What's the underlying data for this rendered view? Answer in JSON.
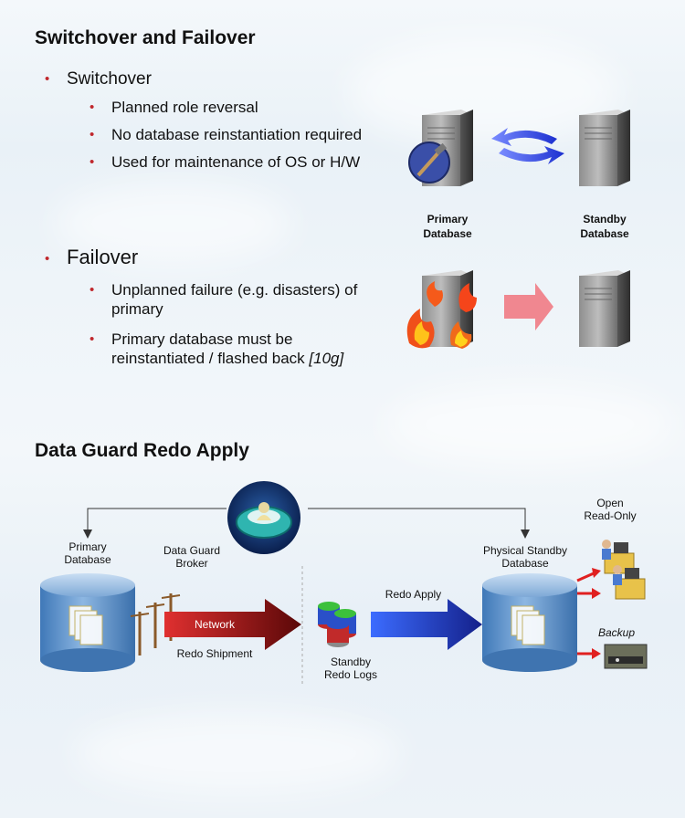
{
  "section1": {
    "title": "Switchover and Failover",
    "switchover": {
      "label": "Switchover",
      "items": [
        "Planned role reversal",
        "No database reinstantiation required",
        "Used for maintenance of OS or H/W"
      ]
    },
    "failover": {
      "label": "Failover",
      "item1_line1": "Unplanned failure (e.g. disasters) of",
      "item1_line2": "primary",
      "item2_line1": "Primary database must be",
      "item2_line2": "reinstantiated / flashed back ",
      "item2_tag": "[10g]"
    },
    "primary_label_1": "Primary",
    "primary_label_2": "Database",
    "standby_label_1": "Standby",
    "standby_label_2": "Database"
  },
  "section2": {
    "title": "Data Guard Redo Apply",
    "primary_db_1": "Primary",
    "primary_db_2": "Database",
    "broker_1": "Data Guard",
    "broker_2": "Broker",
    "network": "Network",
    "redo_shipment": "Redo Shipment",
    "standby_logs_1": "Standby",
    "standby_logs_2": "Redo  Logs",
    "redo_apply": "Redo Apply",
    "physical_standby_1": "Physical Standby",
    "physical_standby_2": "Database",
    "open_ro_1": "Open",
    "open_ro_2": "Read-Only",
    "backup": "Backup"
  },
  "colors": {
    "bullet": "#c0282d",
    "cylinder": "#5b8fc9",
    "redo_apply_arrow": "#1a2fbf",
    "network_arrow": "#8b1010",
    "failover_arrow": "#f07b84"
  }
}
